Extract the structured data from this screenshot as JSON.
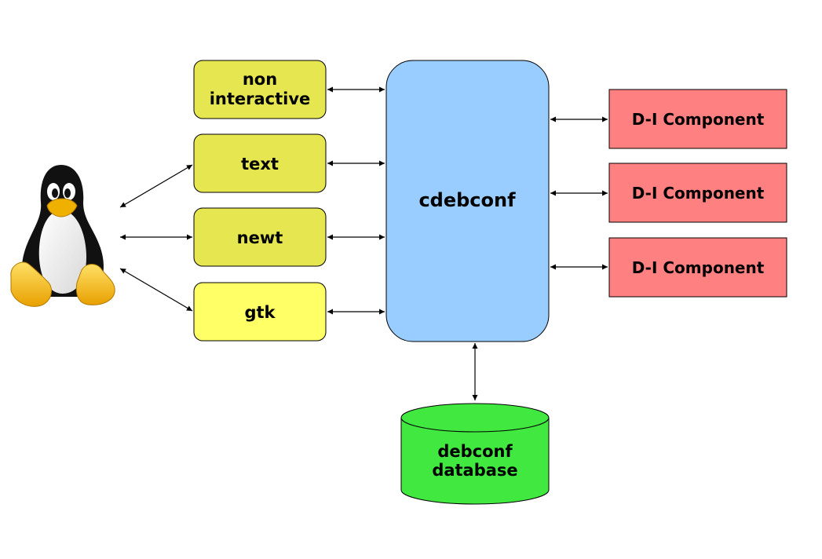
{
  "colors": {
    "frontend": "#e6e650",
    "frontend_gtk": "#ffff66",
    "core": "#99ccff",
    "component": "#ff8080",
    "database": "#40e840",
    "outline": "#000000"
  },
  "mascot": {
    "icon": "tux-penguin-icon"
  },
  "frontends": [
    {
      "label_line1": "non",
      "label_line2": "interactive"
    },
    {
      "label": "text"
    },
    {
      "label": "newt"
    },
    {
      "label": "gtk"
    }
  ],
  "core": {
    "label": "cdebconf"
  },
  "components": [
    {
      "label": "D-I Component"
    },
    {
      "label": "D-I Component"
    },
    {
      "label": "D-I Component"
    }
  ],
  "database": {
    "label_line1": "debconf",
    "label_line2": "database"
  }
}
